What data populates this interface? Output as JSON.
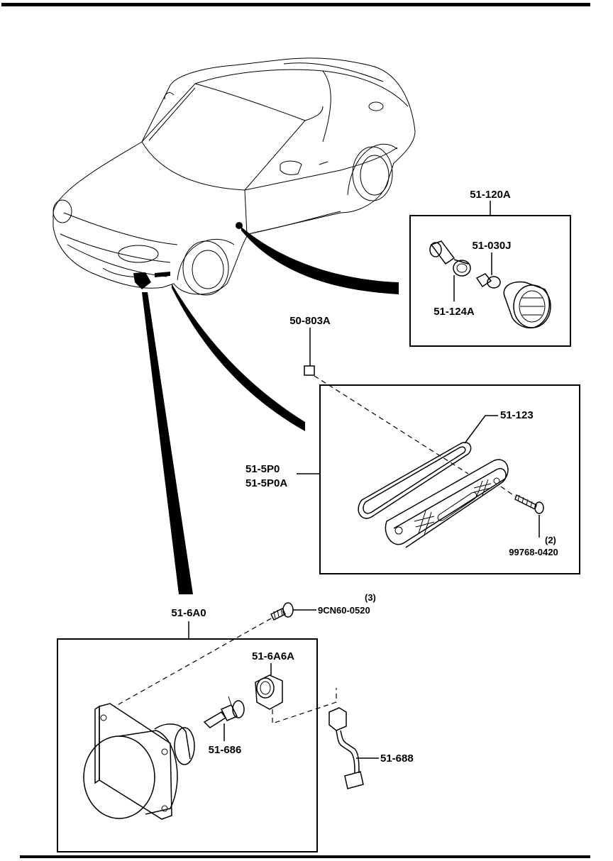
{
  "parts": {
    "side_marker_assembly": "51-120A",
    "side_marker_bulb": "51-030J",
    "side_marker_socket": "51-124A",
    "clip": "50-803A",
    "turn_lamp_gasket": "51-123",
    "turn_lamp_assembly_1": "51-5P0",
    "turn_lamp_assembly_2": "51-5P0A",
    "turn_lamp_screw_qty": "(2)",
    "turn_lamp_screw": "99768-0420",
    "fog_lamp_bolt_qty": "(3)",
    "fog_lamp_bolt": "9CN60-0520",
    "fog_lamp_assembly": "51-6A0",
    "fog_lamp_socket": "51-6A6A",
    "fog_lamp_bulb": "51-686",
    "fog_lamp_harness": "51-688"
  }
}
